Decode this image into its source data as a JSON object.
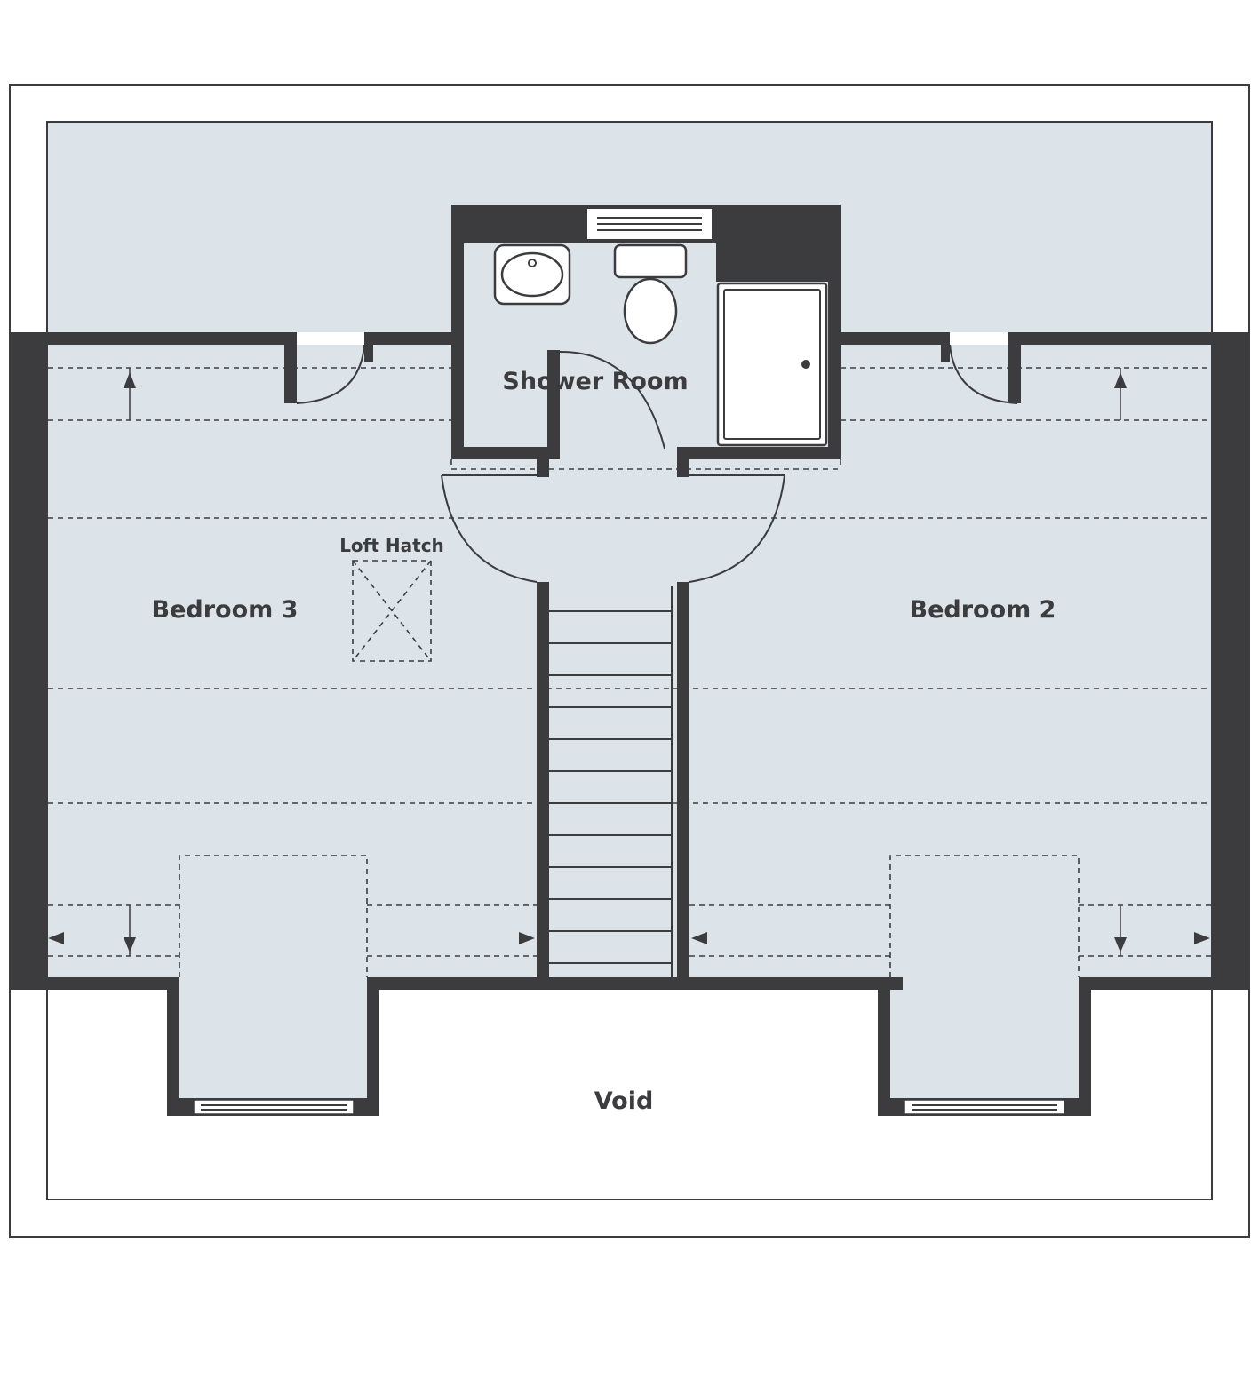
{
  "rooms": {
    "shower_room": "Shower Room",
    "bedroom_3": "Bedroom 3",
    "bedroom_2": "Bedroom 2",
    "loft_hatch": "Loft Hatch",
    "void": "Void"
  },
  "colors": {
    "wall": "#3c3c3f",
    "floor": "#dce4ea",
    "background": "#ffffff"
  }
}
